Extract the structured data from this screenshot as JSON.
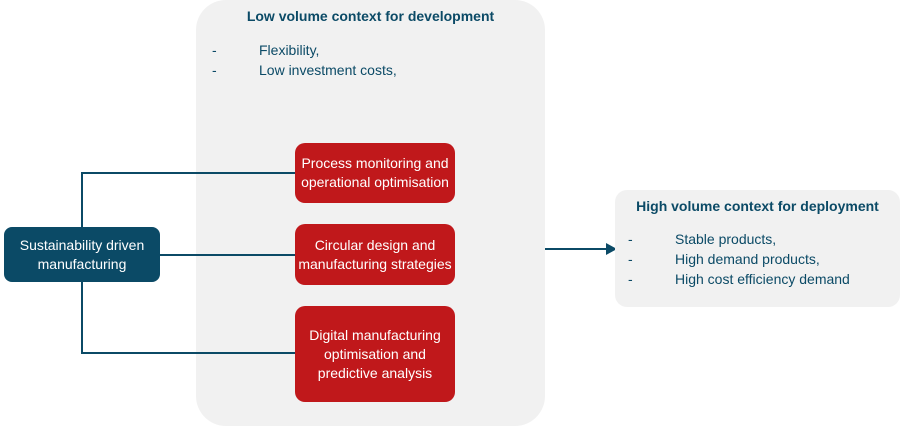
{
  "low_volume": {
    "title": "Low volume context for development",
    "items": [
      "Flexibility,",
      "Low investment costs,"
    ]
  },
  "center": {
    "label": "Sustainability driven manufacturing"
  },
  "areas": [
    "Process monitoring and operational optimisation",
    "Circular design and manufacturing strategies",
    "Digital manufacturing optimisation and predictive analysis"
  ],
  "high_volume": {
    "title": "High volume context for deployment",
    "items": [
      "Stable products,",
      "High demand products,",
      "High cost efficiency demand"
    ]
  },
  "bullet": "-",
  "colors": {
    "navy": "#0b4a66",
    "red": "#c0181b",
    "panel": "#f1f1f1"
  }
}
